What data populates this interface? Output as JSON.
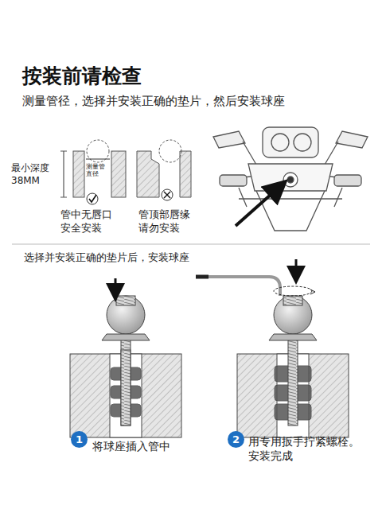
{
  "diagram": {
    "title": "按装前请检查",
    "nodes": [
      {
        "text": [
          "1"
        ]
      },
      {
        "text": [
          "2"
        ]
      }
    ],
    "labels": [
      "测量管径，选择并安装正确的垫片，然后安装球座",
      "最小深度38MM",
      "测量管直径",
      "管中无唇口 安全安装",
      "管顶部唇缘 请勿安装",
      "选择并安装正确的垫片后，安装球座",
      "将球座插入管中",
      "用专用扳手拧紧螺栓。 安装完成"
    ]
  }
}
